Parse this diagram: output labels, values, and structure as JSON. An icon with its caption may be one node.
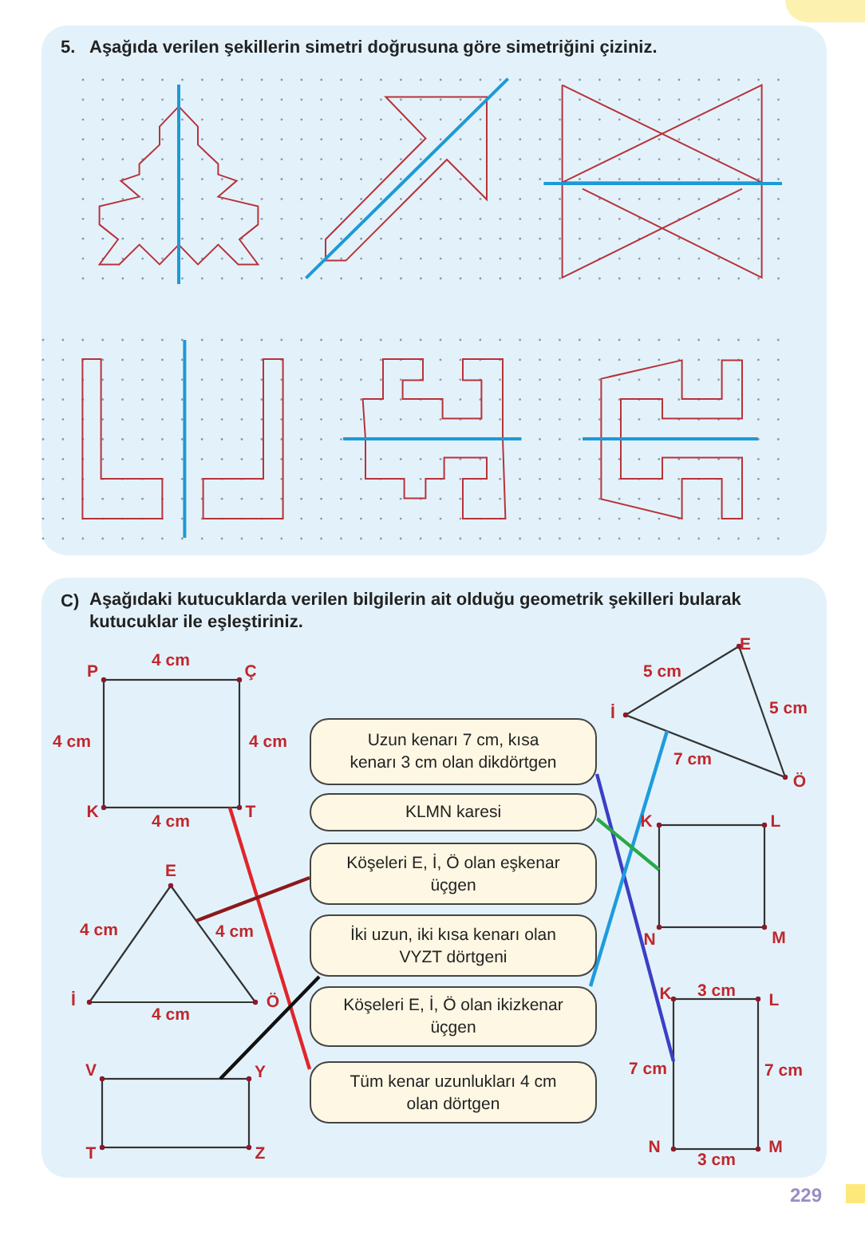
{
  "diagram": {
    "nodes": [
      {
        "text": [],
        "shape": "box",
        "beside": [
          "P",
          "4 cm",
          "Ç",
          "4 cm",
          "4 cm",
          "K",
          "4 cm",
          "T"
        ]
      },
      {
        "text": [],
        "shape": "triangle",
        "beside": [
          "E",
          "5 cm",
          "İ",
          "5 cm",
          "7 cm",
          "Ö"
        ]
      },
      {
        "text": [
          "Uzun kenarı 7 cm, kısa kenarı 3 cm olan dikdörtgen"
        ]
      },
      {
        "text": [
          "KLMN karesi"
        ]
      },
      {
        "text": [],
        "shape": "box",
        "beside": [
          "K",
          "L",
          "N",
          "M"
        ]
      },
      {
        "text": [],
        "shape": "triangle",
        "beside": [
          "E",
          "4 cm",
          "4 cm",
          "İ",
          "4 cm",
          "Ö"
        ]
      },
      {
        "text": [
          "Köşeleri E, İ, Ö olan eşkenar üçgen"
        ]
      },
      {
        "text": [
          "İki uzun, iki kısa kenarı olan VYZT dörtgeni"
        ]
      },
      {
        "text": [],
        "shape": "box",
        "beside": [
          "K",
          "3 cm",
          "L",
          "7 cm",
          "7 cm",
          "N",
          "3 cm",
          "M"
        ]
      },
      {
        "text": [
          "Köşeleri E, İ, Ö olan ikizkenar üçgen"
        ]
      },
      {
        "text": [],
        "shape": "box",
        "beside": [
          "V",
          "Y",
          "T",
          "Z"
        ]
      },
      {
        "text": [
          "Tüm kenar uzunlukları 4 cm olan dörtgen"
        ]
      }
    ],
    "edges": [
      {
        "from": 0,
        "to": 11,
        "arrow": "none",
        "color": "#e0252b"
      },
      {
        "from": 5,
        "to": 6,
        "arrow": "none",
        "color": "#8b1a1a"
      },
      {
        "from": 7,
        "to": 10,
        "arrow": "none",
        "color": "#111111"
      },
      {
        "from": 2,
        "to": 8,
        "arrow": "none",
        "color": "#3b3fc4"
      },
      {
        "from": 9,
        "to": 1,
        "arrow": "none",
        "color": "#1e9be0"
      },
      {
        "from": 3,
        "to": 4,
        "arrow": "none",
        "color": "#2aa84a"
      }
    ],
    "labels": [
      "5.",
      "Aşağıda verilen şekillerin simetri doğrusuna göre simetriğini çiziniz.",
      "C)",
      "Aşağıdaki kutucuklarda verilen bilgilerin ait olduğu geometrik şekilleri bularak kutucuklar ile eşleştiriniz.",
      "229"
    ]
  }
}
